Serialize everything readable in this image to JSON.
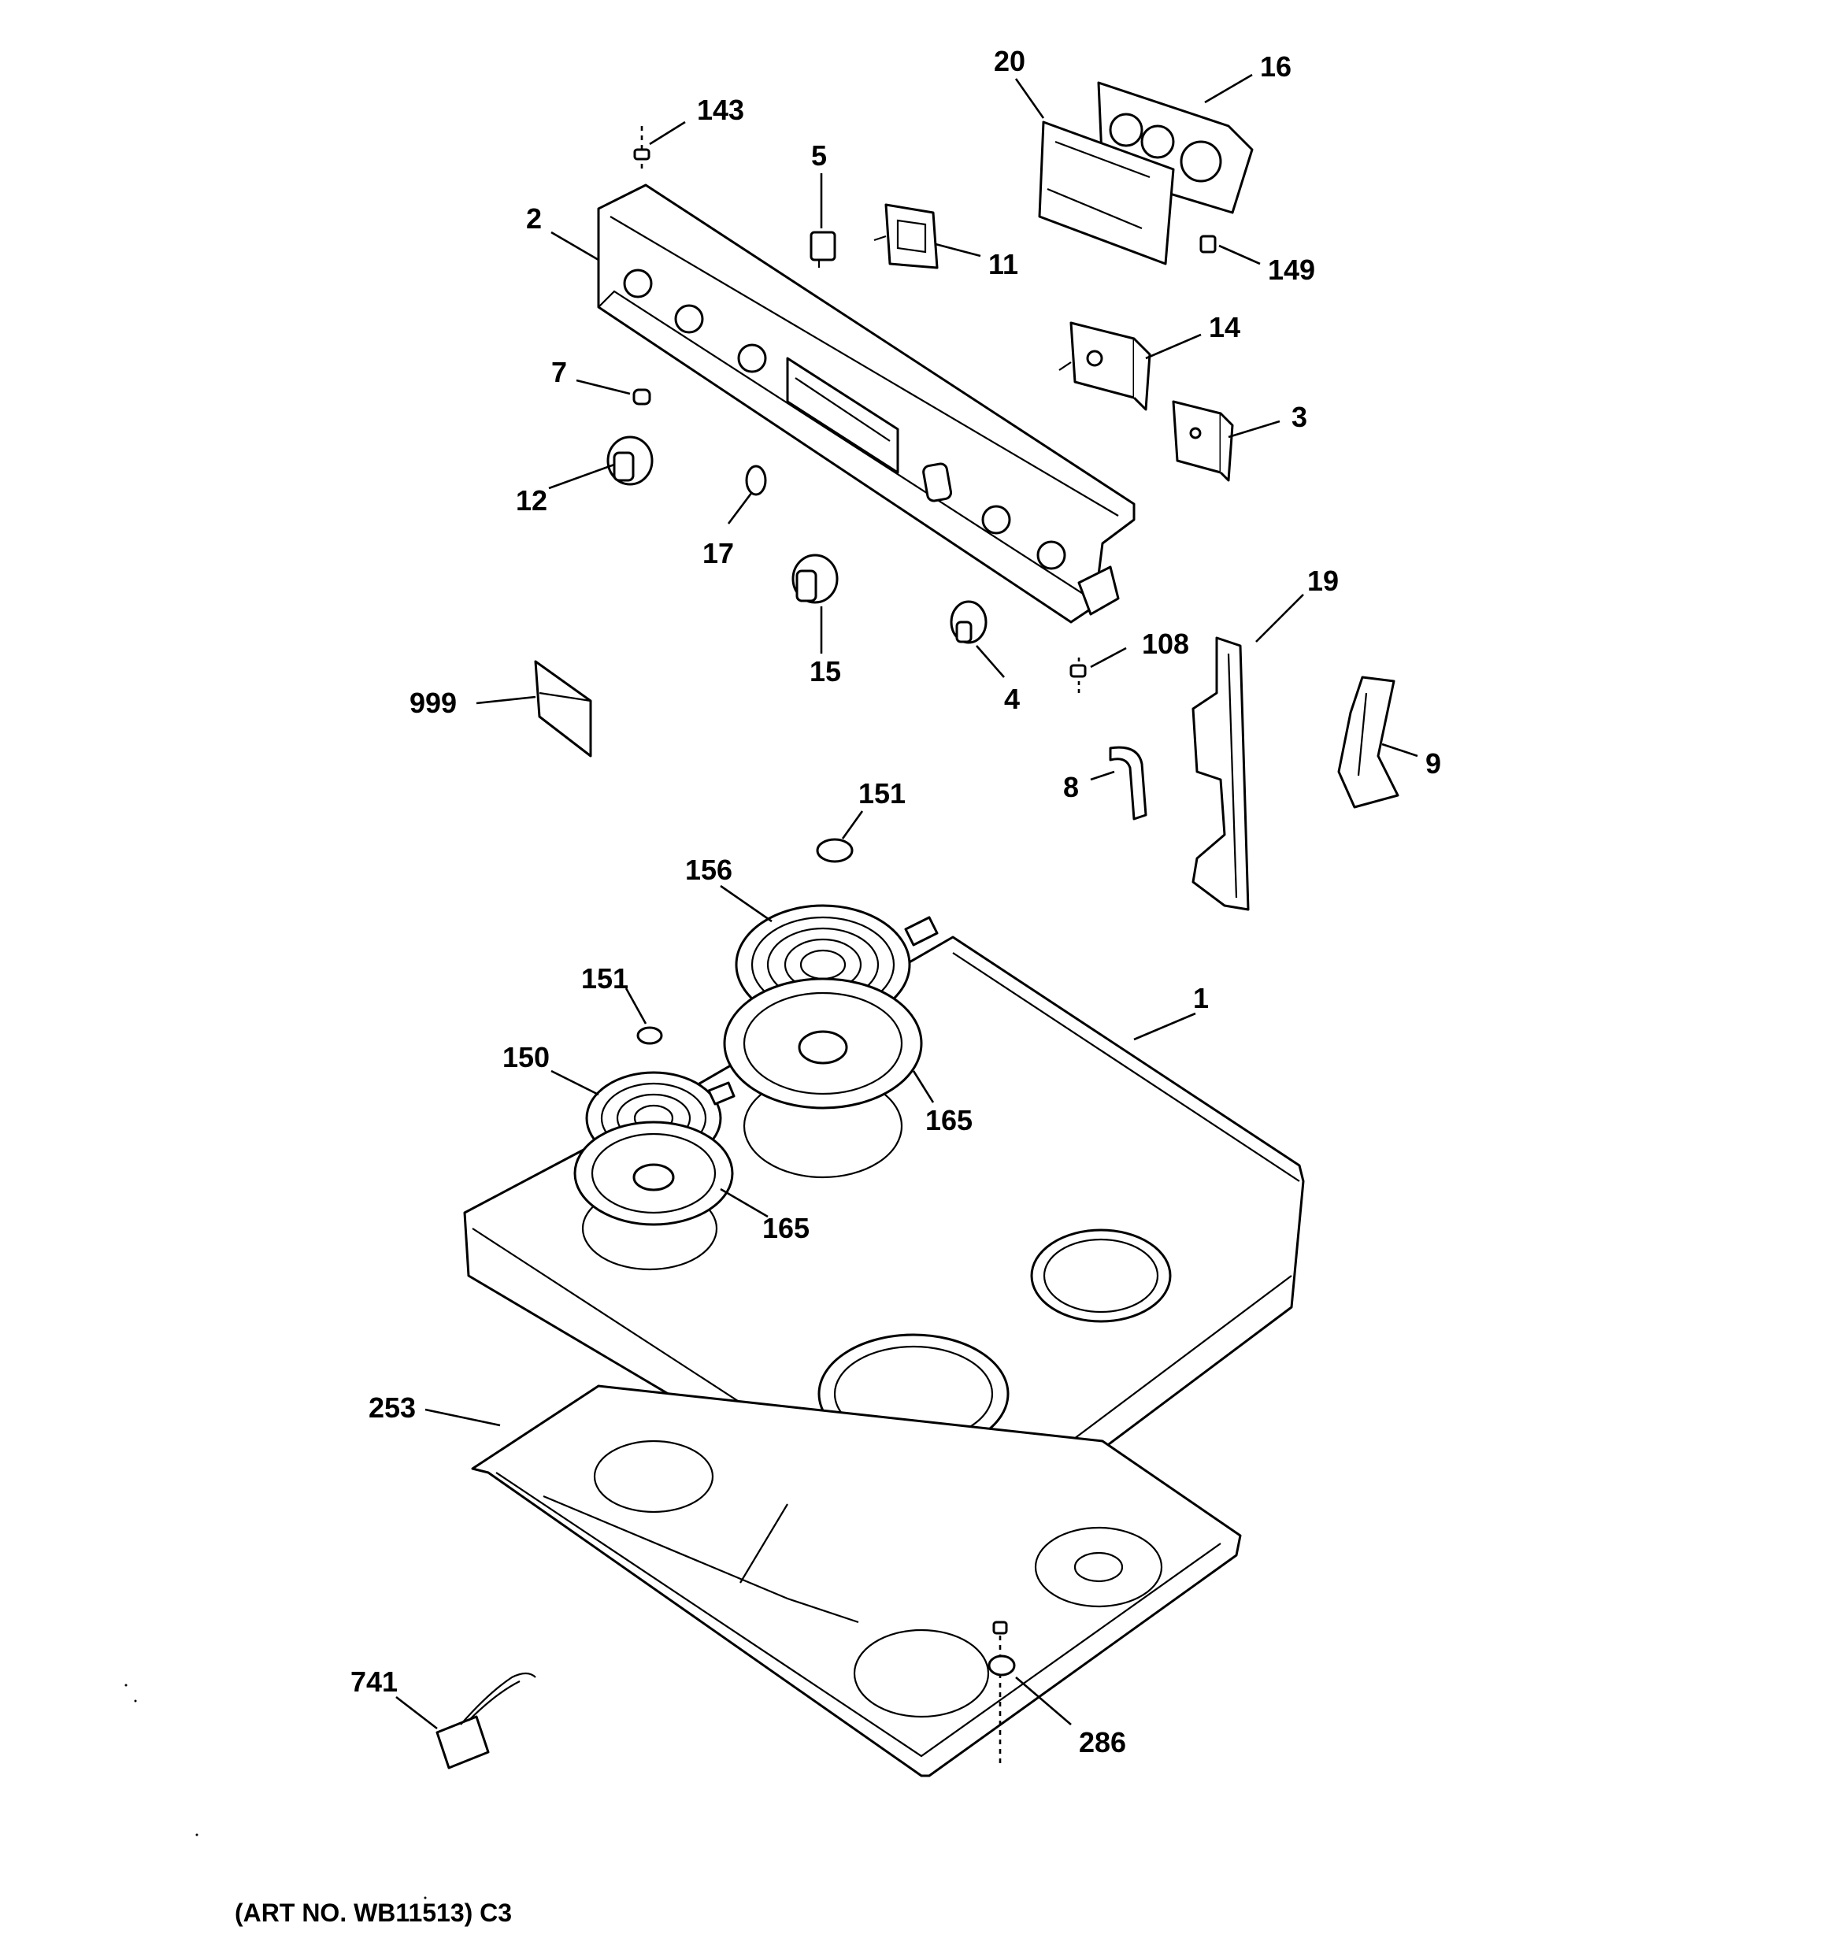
{
  "callouts": {
    "c143": "143",
    "c5": "5",
    "c20": "20",
    "c16": "16",
    "c2": "2",
    "c11": "11",
    "c149": "149",
    "c14": "14",
    "c7": "7",
    "c3": "3",
    "c12": "12",
    "c17": "17",
    "c15": "15",
    "c4": "4",
    "c19": "19",
    "c108": "108",
    "c999": "999",
    "c9": "9",
    "c8": "8",
    "c151a": "151",
    "c156": "156",
    "c151b": "151",
    "c1": "1",
    "c150": "150",
    "c165a": "165",
    "c165b": "165",
    "c253": "253",
    "c741": "741",
    "c286": "286"
  },
  "footer": {
    "art_no": "(ART NO. WB11513) C3"
  }
}
